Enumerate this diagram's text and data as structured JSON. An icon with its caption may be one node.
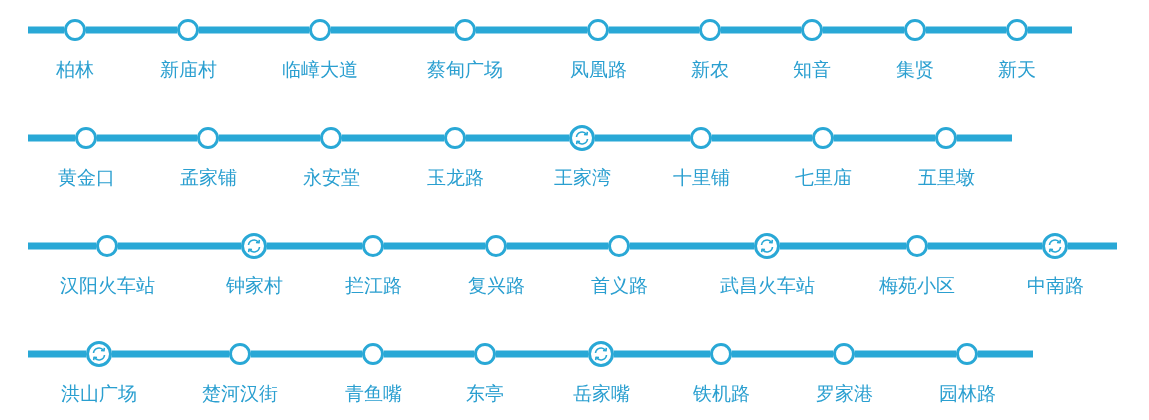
{
  "diagram": {
    "nodes": [
      {
        "text": [],
        "shape": "circle",
        "beside": [
          "柏林"
        ]
      },
      {
        "text": [],
        "shape": "circle",
        "beside": [
          "新庙村"
        ]
      },
      {
        "text": [],
        "shape": "circle",
        "beside": [
          "临嶂大道"
        ]
      },
      {
        "text": [],
        "shape": "circle",
        "beside": [
          "蔡甸广场"
        ]
      },
      {
        "text": [],
        "shape": "circle",
        "beside": [
          "凤凰路"
        ]
      },
      {
        "text": [],
        "shape": "circle",
        "beside": [
          "新农"
        ]
      },
      {
        "text": [],
        "shape": "circle",
        "beside": [
          "知音"
        ]
      },
      {
        "text": [],
        "shape": "circle",
        "beside": [
          "集贤"
        ]
      },
      {
        "text": [],
        "shape": "circle",
        "beside": [
          "新天"
        ]
      },
      {
        "text": [],
        "shape": "circle",
        "beside": [
          "黄金口"
        ]
      },
      {
        "text": [],
        "shape": "circle",
        "beside": [
          "孟家铺"
        ]
      },
      {
        "text": [],
        "shape": "circle",
        "beside": [
          "永安堂"
        ]
      },
      {
        "text": [],
        "shape": "circle",
        "beside": [
          "玉龙路"
        ]
      },
      {
        "text": [],
        "shape": "interchange",
        "beside": [
          "王家湾"
        ]
      },
      {
        "text": [],
        "shape": "circle",
        "beside": [
          "十里铺"
        ]
      },
      {
        "text": [],
        "shape": "circle",
        "beside": [
          "七里庙"
        ]
      },
      {
        "text": [],
        "shape": "circle",
        "beside": [
          "五里墩"
        ]
      },
      {
        "text": [],
        "shape": "circle",
        "beside": [
          "汉阳火车站"
        ]
      },
      {
        "text": [],
        "shape": "interchange",
        "beside": [
          "钟家村"
        ]
      },
      {
        "text": [],
        "shape": "circle",
        "beside": [
          "拦江路"
        ]
      },
      {
        "text": [],
        "shape": "circle",
        "beside": [
          "复兴路"
        ]
      },
      {
        "text": [],
        "shape": "circle",
        "beside": [
          "首义路"
        ]
      },
      {
        "text": [],
        "shape": "interchange",
        "beside": [
          "武昌火车站"
        ]
      },
      {
        "text": [],
        "shape": "circle",
        "beside": [
          "梅苑小区"
        ]
      },
      {
        "text": [],
        "shape": "interchange",
        "beside": [
          "中南路"
        ]
      },
      {
        "text": [],
        "shape": "interchange",
        "beside": [
          "洪山广场"
        ]
      },
      {
        "text": [],
        "shape": "circle",
        "beside": [
          "楚河汉街"
        ]
      },
      {
        "text": [],
        "shape": "circle",
        "beside": [
          "青鱼嘴"
        ]
      },
      {
        "text": [],
        "shape": "circle",
        "beside": [
          "东亭"
        ]
      },
      {
        "text": [],
        "shape": "interchange",
        "beside": [
          "岳家嘴"
        ]
      },
      {
        "text": [],
        "shape": "circle",
        "beside": [
          "铁机路"
        ]
      },
      {
        "text": [],
        "shape": "circle",
        "beside": [
          "罗家港"
        ]
      },
      {
        "text": [],
        "shape": "circle",
        "beside": [
          "园林路"
        ]
      }
    ],
    "edges": [
      {
        "from": null,
        "to": 0,
        "arrow": "none"
      },
      {
        "from": 0,
        "to": 1,
        "arrow": "none"
      },
      {
        "from": 1,
        "to": 2,
        "arrow": "none"
      },
      {
        "from": 2,
        "to": 3,
        "arrow": "none"
      },
      {
        "from": 3,
        "to": 4,
        "arrow": "none"
      },
      {
        "from": 4,
        "to": 5,
        "arrow": "none"
      },
      {
        "from": 5,
        "to": 6,
        "arrow": "none"
      },
      {
        "from": 6,
        "to": 7,
        "arrow": "none"
      },
      {
        "from": 7,
        "to": 8,
        "arrow": "none"
      },
      {
        "from": 8,
        "to": null,
        "arrow": "none"
      },
      {
        "from": null,
        "to": 9,
        "arrow": "none"
      },
      {
        "from": 9,
        "to": 10,
        "arrow": "none"
      },
      {
        "from": 10,
        "to": 11,
        "arrow": "none"
      },
      {
        "from": 11,
        "to": 12,
        "arrow": "none"
      },
      {
        "from": 12,
        "to": 13,
        "arrow": "none"
      },
      {
        "from": 13,
        "to": 14,
        "arrow": "none"
      },
      {
        "from": 14,
        "to": 15,
        "arrow": "none"
      },
      {
        "from": 15,
        "to": 16,
        "arrow": "none"
      },
      {
        "from": 16,
        "to": null,
        "arrow": "none"
      },
      {
        "from": null,
        "to": 17,
        "arrow": "none"
      },
      {
        "from": 17,
        "to": 18,
        "arrow": "none"
      },
      {
        "from": 18,
        "to": 19,
        "arrow": "none"
      },
      {
        "from": 19,
        "to": 20,
        "arrow": "none"
      },
      {
        "from": 20,
        "to": 21,
        "arrow": "none"
      },
      {
        "from": 21,
        "to": 22,
        "arrow": "none"
      },
      {
        "from": 22,
        "to": 23,
        "arrow": "none"
      },
      {
        "from": 23,
        "to": 24,
        "arrow": "none"
      },
      {
        "from": 24,
        "to": null,
        "arrow": "none"
      },
      {
        "from": null,
        "to": 25,
        "arrow": "none"
      },
      {
        "from": 25,
        "to": 26,
        "arrow": "none"
      },
      {
        "from": 26,
        "to": 27,
        "arrow": "none"
      },
      {
        "from": 27,
        "to": 28,
        "arrow": "none"
      },
      {
        "from": 28,
        "to": 29,
        "arrow": "none"
      },
      {
        "from": 29,
        "to": 30,
        "arrow": "none"
      },
      {
        "from": 30,
        "to": 31,
        "arrow": "none"
      },
      {
        "from": 31,
        "to": 32,
        "arrow": "none"
      },
      {
        "from": 32,
        "to": null,
        "arrow": "none"
      }
    ]
  }
}
